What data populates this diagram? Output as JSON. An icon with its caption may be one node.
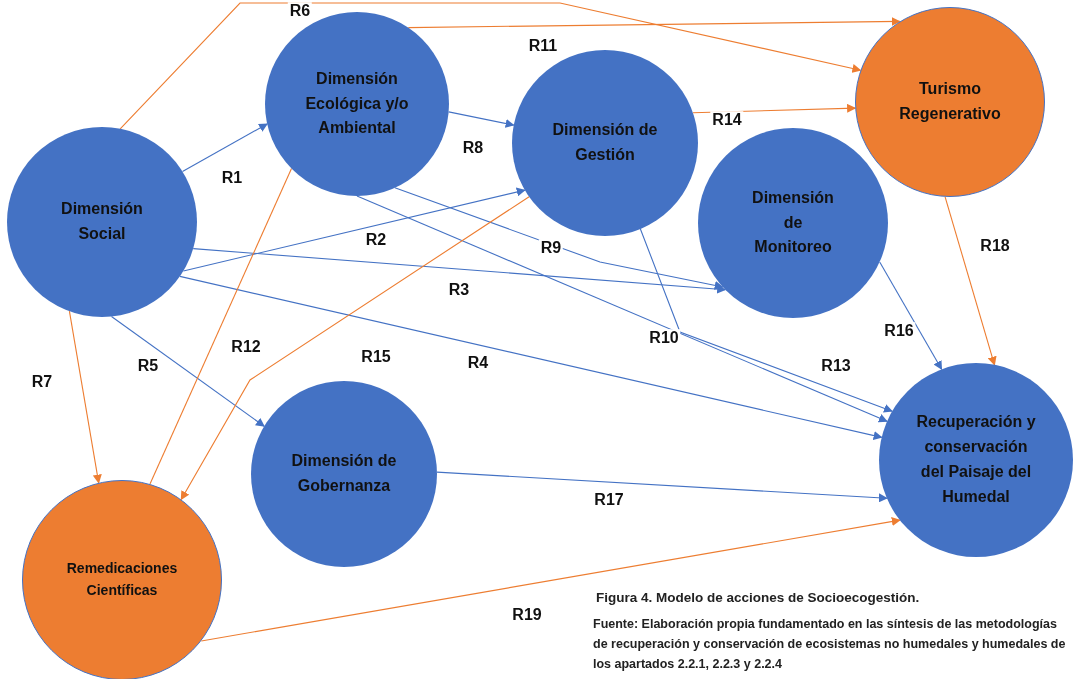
{
  "diagram": {
    "title": "Figura 4. Modelo de acciones de Socioecogestión.",
    "caption": "Fuente: Elaboración propia fundamentado en las síntesis de las metodologías de recuperación y conservación de ecosistemas no humedales y humedales de los apartados 2.2.1, 2.2.3 y 2.2.4",
    "nodes": [
      {
        "text": [
          "Dimensión Social"
        ]
      },
      {
        "text": [
          "Dimensión Ecológica y/o Ambiental"
        ]
      },
      {
        "text": [
          "Dimensión de Gestión"
        ]
      },
      {
        "text": [
          "Turismo Regenerativo"
        ]
      },
      {
        "text": [
          "Dimensión de Monitoreo"
        ]
      },
      {
        "text": [
          "Dimensión de Gobernanza"
        ]
      },
      {
        "text": [
          "Remedicaciones Científicas"
        ]
      },
      {
        "text": [
          "Recuperación y conservación del Paisaje del Humedal"
        ]
      }
    ],
    "edges": [
      {
        "from": 0,
        "to": 1,
        "arrow": "to",
        "label": "R1"
      },
      {
        "from": 0,
        "to": 2,
        "arrow": "to",
        "label": "R2"
      },
      {
        "from": 0,
        "to": 4,
        "arrow": "to",
        "label": "R3"
      },
      {
        "from": 0,
        "to": 7,
        "arrow": "to",
        "label": "R4"
      },
      {
        "from": 0,
        "to": 5,
        "arrow": "to",
        "label": "R5"
      },
      {
        "from": 0,
        "to": 3,
        "arrow": "to",
        "label": "R6",
        "color": "#ed7d31"
      },
      {
        "from": 0,
        "to": 6,
        "arrow": "to",
        "label": "R7",
        "color": "#ed7d31"
      },
      {
        "from": 1,
        "to": 2,
        "arrow": "to",
        "label": "R8"
      },
      {
        "from": 1,
        "to": 4,
        "arrow": "to",
        "label": "R9"
      },
      {
        "from": 1,
        "to": 7,
        "arrow": "to",
        "label": "R10"
      },
      {
        "from": 1,
        "to": 3,
        "arrow": "to",
        "label": "R11",
        "color": "#ed7d31"
      },
      {
        "from": 6,
        "to": 1,
        "arrow": "none",
        "label": "R12",
        "color": "#ed7d31"
      },
      {
        "from": 2,
        "to": 7,
        "arrow": "to",
        "label": "R13"
      },
      {
        "from": 2,
        "to": 3,
        "arrow": "to",
        "label": "R14",
        "color": "#ed7d31"
      },
      {
        "from": 2,
        "to": 6,
        "arrow": "to",
        "label": "R15",
        "color": "#ed7d31"
      },
      {
        "from": 4,
        "to": 7,
        "arrow": "to",
        "label": "R16"
      },
      {
        "from": 5,
        "to": 7,
        "arrow": "to",
        "label": "R17"
      },
      {
        "from": 3,
        "to": 7,
        "arrow": "to",
        "label": "R18",
        "color": "#ed7d31"
      },
      {
        "from": 6,
        "to": 7,
        "arrow": "to",
        "label": "R19",
        "color": "#ed7d31"
      }
    ]
  }
}
